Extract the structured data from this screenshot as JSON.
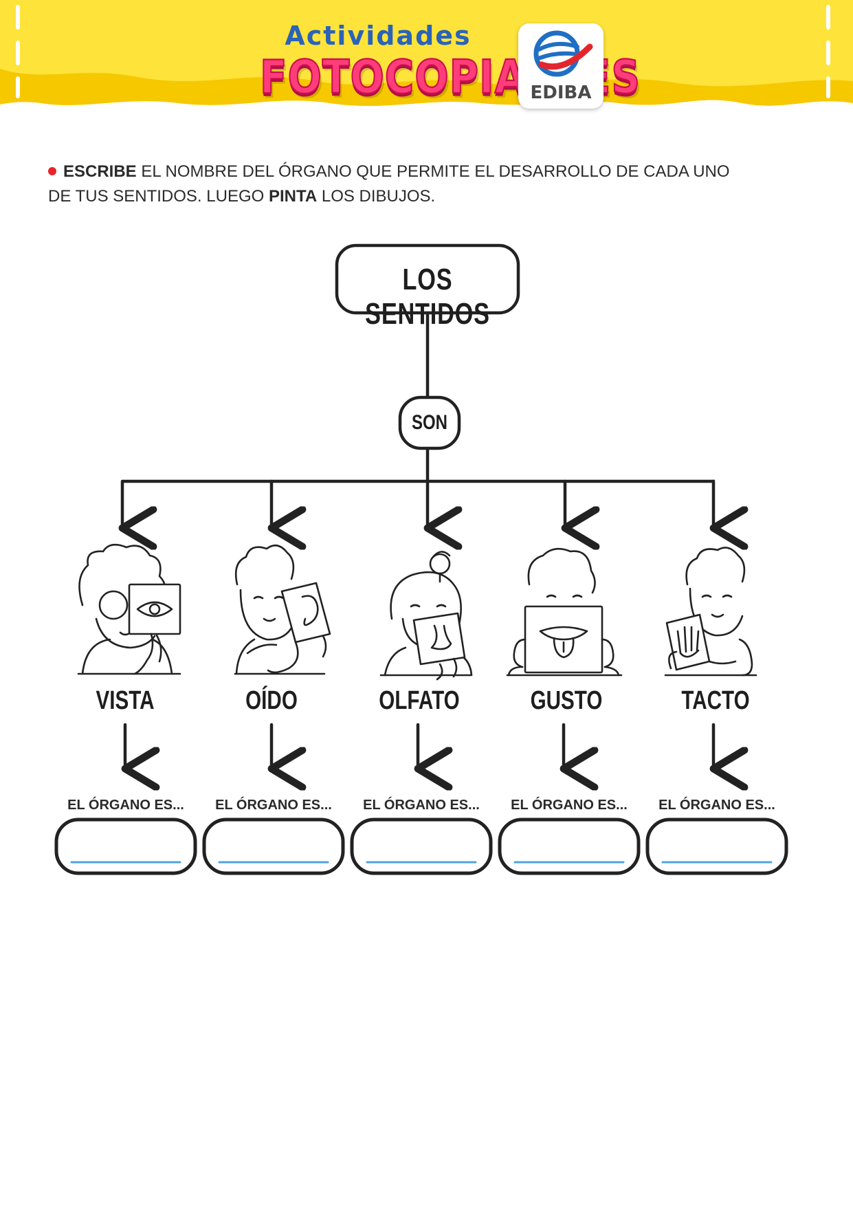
{
  "header": {
    "title": "Actividades",
    "subtitle": "FOTOCOPIABLES",
    "logo_text": "EDIBA",
    "colors": {
      "band": "#fde33a",
      "band_dark": "#f6c800",
      "title": "#2a63b8",
      "subtitle": "#ff3d7a",
      "logo_blue": "#1f6fc4",
      "logo_red": "#e3262d"
    }
  },
  "instruction": {
    "bullet_color": "#e8242c",
    "verb1": "ESCRIBE",
    "text1": " EL NOMBRE DEL ÓRGANO QUE PERMITE EL DESARROLLO DE CADA UNO DE TUS SENTIDOS. LUEGO ",
    "verb2": "PINTA",
    "text2": " LOS DIBUJOS."
  },
  "map": {
    "root": "LOS SENTIDOS",
    "connector": "SON",
    "senses": [
      {
        "label": "VISTA",
        "icon": "eye-card-icon",
        "organ_prompt": "EL ÓRGANO ES..."
      },
      {
        "label": "OÍDO",
        "icon": "ear-card-icon",
        "organ_prompt": "EL ÓRGANO ES..."
      },
      {
        "label": "OLFATO",
        "icon": "nose-card-icon",
        "organ_prompt": "EL ÓRGANO ES..."
      },
      {
        "label": "GUSTO",
        "icon": "tongue-card-icon",
        "organ_prompt": "EL ÓRGANO ES..."
      },
      {
        "label": "TACTO",
        "icon": "hand-card-icon",
        "organ_prompt": "EL ÓRGANO ES..."
      }
    ],
    "answer_line_color": "#4fa3e0"
  }
}
